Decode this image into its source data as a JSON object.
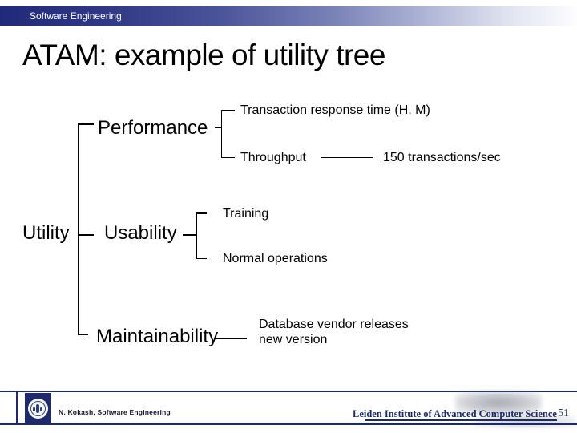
{
  "banner": {
    "label": "Software Engineering"
  },
  "slide": {
    "title": "ATAM: example of utility tree"
  },
  "tree": {
    "root_label": "Utility",
    "performance": {
      "label": "Performance",
      "child1": "Transaction response time (H, M)",
      "child2": "Throughput",
      "child2_value": "150 transactions/sec"
    },
    "usability": {
      "label": "Usability",
      "child1": "Training",
      "child2": "Normal operations"
    },
    "maintainability": {
      "label": "Maintainability",
      "scenario_line1": "Database vendor releases",
      "scenario_line2": "new version"
    }
  },
  "footer": {
    "author": "N. Kokash, Software Engineering",
    "institute": "Leiden Institute of Advanced Computer Science",
    "page_number": "51"
  },
  "colors": {
    "banner_navy": "#202a7a",
    "footer_line_navy": "#1e2a68",
    "tree_line_black": "#000000",
    "institute_text_navy": "#1b2a66"
  }
}
